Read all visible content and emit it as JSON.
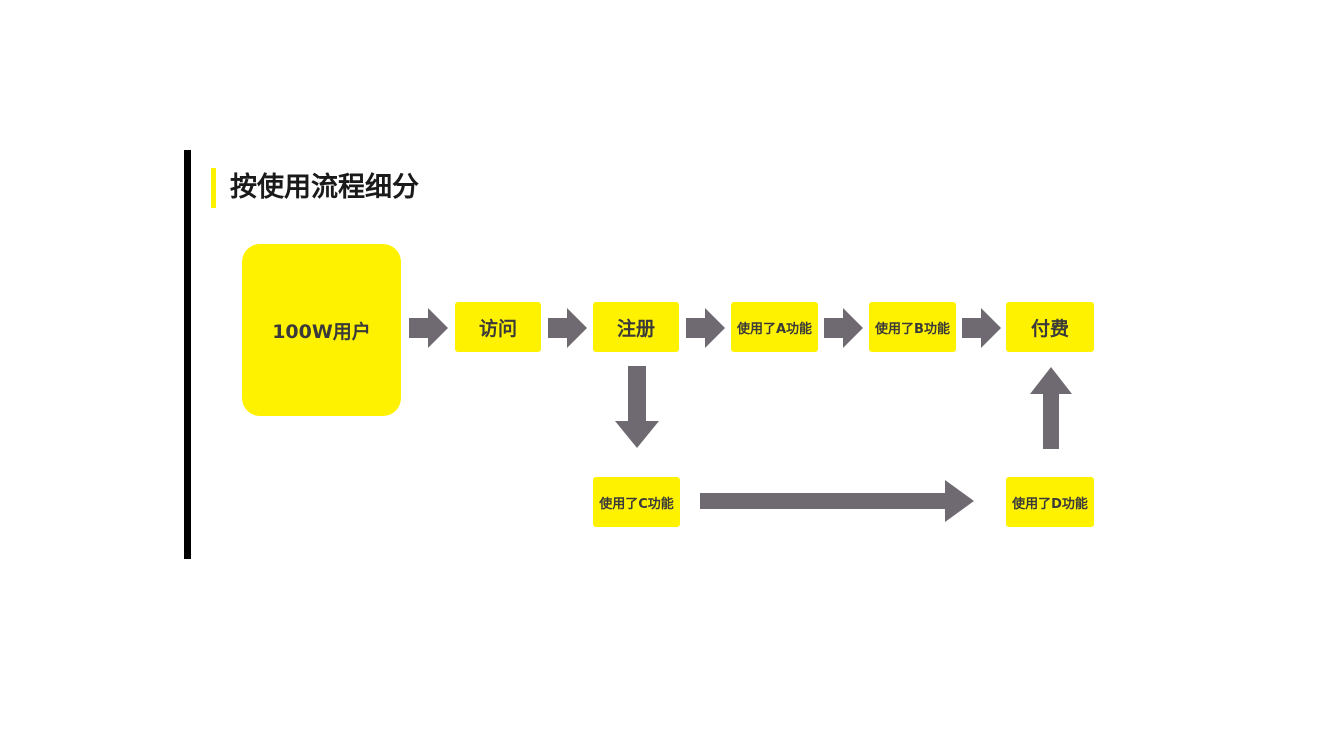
{
  "title": "按使用流程细分",
  "nodes": {
    "users": "100W用户",
    "visit": "访问",
    "register": "注册",
    "feature_a": "使用了A功能",
    "feature_b": "使用了B功能",
    "pay": "付费",
    "feature_c": "使用了C功能",
    "feature_d": "使用了D功能"
  },
  "colors": {
    "box_fill": "#fff200",
    "arrow": "#6f6a72",
    "text": "#3a3a3a",
    "rule": "#000000"
  }
}
